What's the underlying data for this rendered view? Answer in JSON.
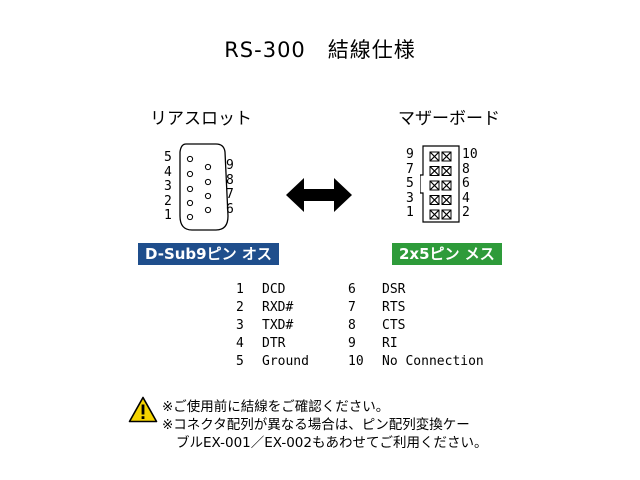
{
  "title": "RS-300　結線仕様",
  "rear": {
    "label": "リアスロット",
    "left_pins": [
      "5",
      "4",
      "3",
      "2",
      "1"
    ],
    "right_pins": [
      "9",
      "8",
      "7",
      "6"
    ],
    "badge": "D-Sub9ピン オス"
  },
  "motherboard": {
    "label": "マザーボード",
    "left_pins": [
      "9",
      "7",
      "5",
      "3",
      "1"
    ],
    "right_pins": [
      "10",
      "8",
      "6",
      "4",
      "2"
    ],
    "badge": "2x5ピン メス"
  },
  "pin_table": [
    {
      "num": "1",
      "signal": "DCD",
      "num2": "6",
      "signal2": "DSR"
    },
    {
      "num": "2",
      "signal": "RXD#",
      "num2": "7",
      "signal2": "RTS"
    },
    {
      "num": "3",
      "signal": "TXD#",
      "num2": "8",
      "signal2": "CTS"
    },
    {
      "num": "4",
      "signal": "DTR",
      "num2": "9",
      "signal2": "RI"
    },
    {
      "num": "5",
      "signal": "Ground",
      "num2": "10",
      "signal2": "No Connection"
    }
  ],
  "notes": {
    "line1": "※ご使用前に結線をご確認ください。",
    "line2": "※コネクタ配列が異なる場合は、ピン配列変換ケー",
    "line3": "ブルEX-001／EX-002もあわせてご利用ください。"
  },
  "colors": {
    "male_badge": "#1f4e8c",
    "female_badge": "#2e9b3a",
    "warning_fill": "#f5d400"
  },
  "icons": [
    "double-arrow-icon",
    "warning-icon",
    "db9-connector-icon",
    "pin-header-icon"
  ]
}
